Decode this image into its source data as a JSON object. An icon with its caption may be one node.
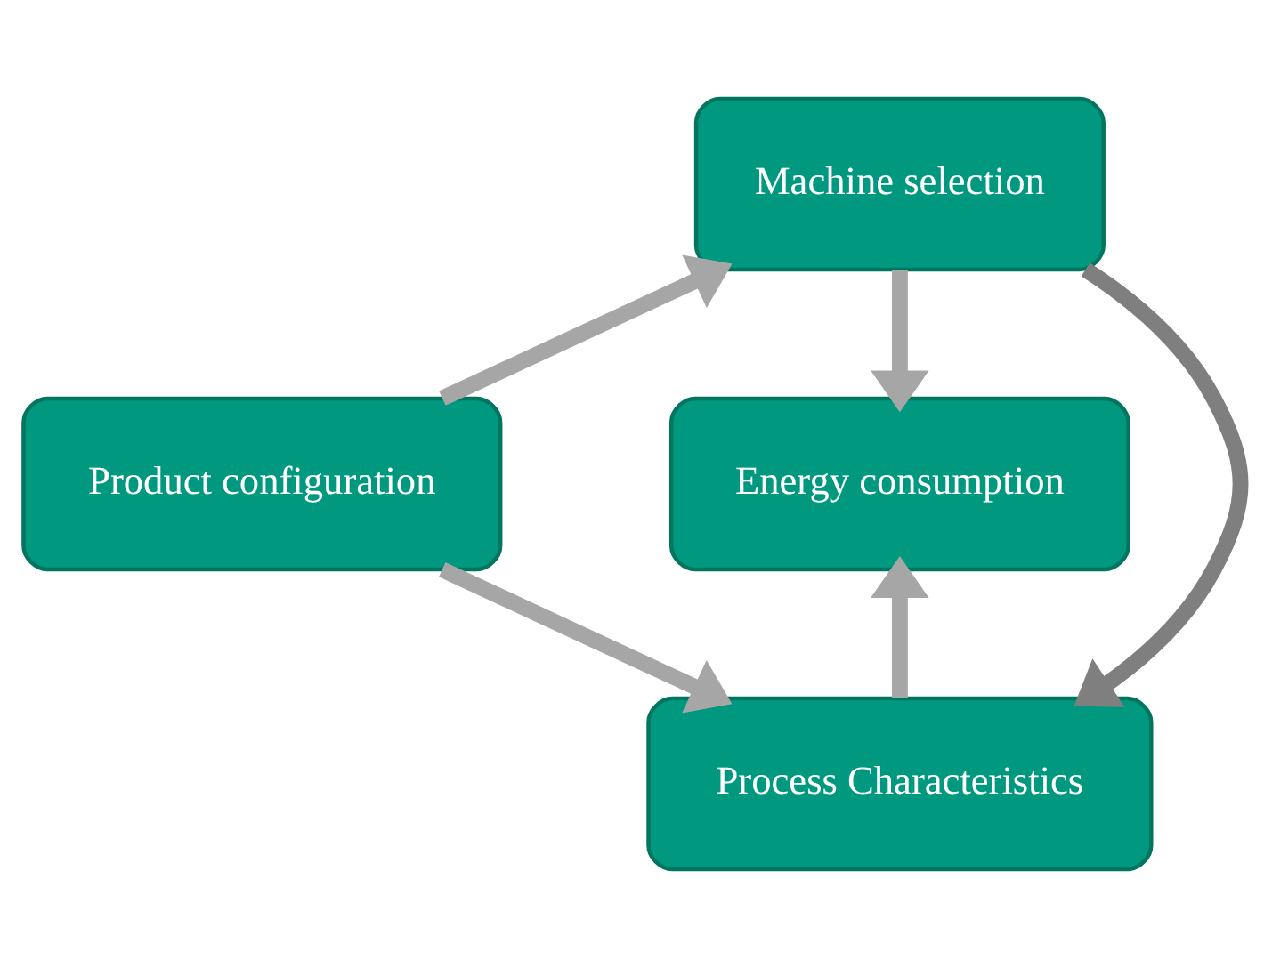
{
  "diagram": {
    "nodes": [
      {
        "text": [
          "Machine selection"
        ]
      },
      {
        "text": [
          "Product configuration"
        ]
      },
      {
        "text": [
          "Energy consumption"
        ]
      },
      {
        "text": [
          "Process Characteristics"
        ]
      }
    ],
    "edges": [
      {
        "from": 1,
        "to": 0,
        "arrow": "to"
      },
      {
        "from": 0,
        "to": 2,
        "arrow": "to"
      },
      {
        "from": 0,
        "to": 3,
        "arrow": "to",
        "color": "#7f7f7f"
      },
      {
        "from": 1,
        "to": 3,
        "arrow": "to"
      },
      {
        "from": 3,
        "to": 2,
        "arrow": "to"
      }
    ]
  }
}
